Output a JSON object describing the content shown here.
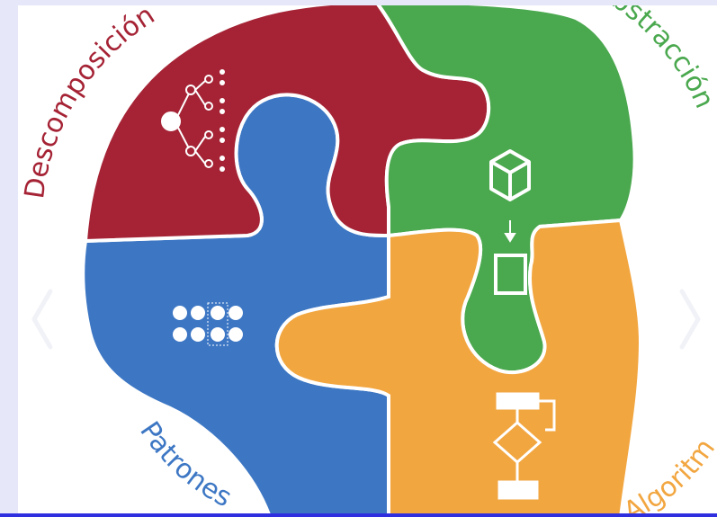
{
  "slide": {
    "labels": {
      "decomposition": "Descomposición",
      "abstraction": "Abstracción",
      "patterns": "Patrones",
      "algorithms": "Algoritmos"
    },
    "colors": {
      "red": "#a52335",
      "green": "#4aa84e",
      "blue": "#3d77c4",
      "orange": "#f2a640",
      "background": "#ffffff"
    },
    "icons": [
      "tree-diagram-icon",
      "dot-grid-icon",
      "cube-icon",
      "square-icon",
      "flowchart-icon"
    ]
  },
  "carousel": {
    "prev_icon": "chevron-left-icon",
    "next_icon": "chevron-right-icon"
  }
}
